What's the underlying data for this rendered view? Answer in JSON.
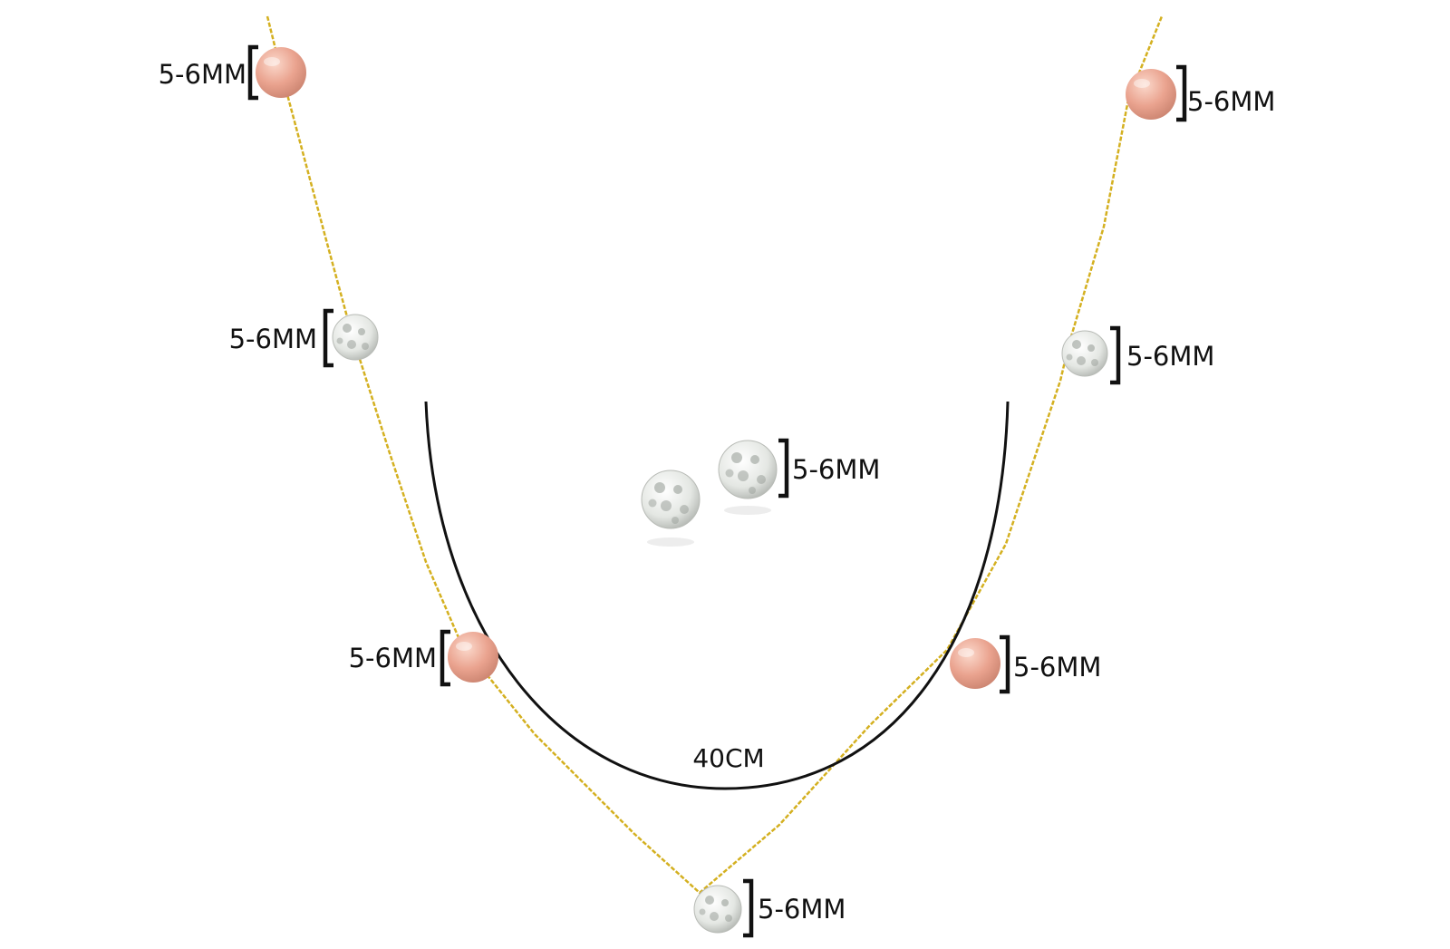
{
  "measurements": {
    "bead_size": "5-6MM",
    "length": "40CM"
  },
  "colors": {
    "background": "#ffffff",
    "chain_gold": "#d4b020",
    "pearl_pink": "#e8a08c",
    "crystal_white": "#e9ece8",
    "outline_black": "#111111"
  },
  "beads": [
    {
      "kind": "pearl",
      "label": "5-6MM"
    },
    {
      "kind": "pearl",
      "label": "5-6MM"
    },
    {
      "kind": "crystal",
      "label": "5-6MM"
    },
    {
      "kind": "crystal",
      "label": "5-6MM"
    },
    {
      "kind": "pearl",
      "label": "5-6MM"
    },
    {
      "kind": "pearl",
      "label": "5-6MM"
    },
    {
      "kind": "crystal",
      "label": "5-6MM"
    },
    {
      "kind": "crystal-earring",
      "label": "5-6MM"
    }
  ]
}
